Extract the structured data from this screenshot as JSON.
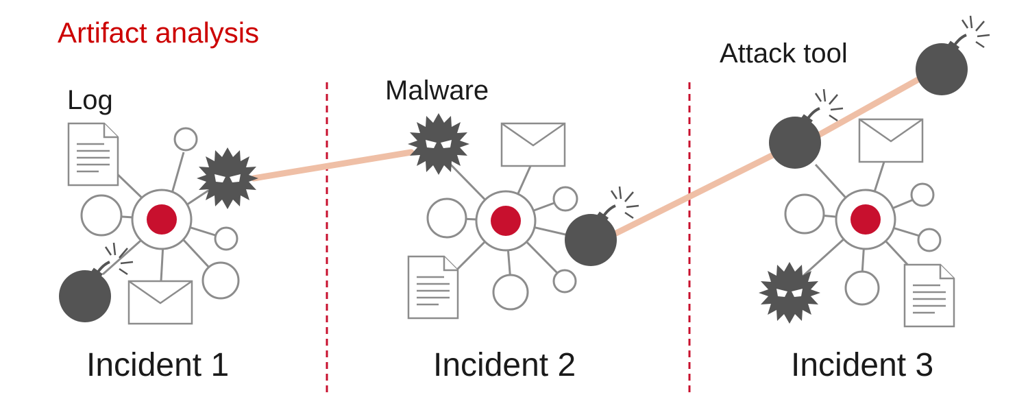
{
  "title": "Artifact analysis",
  "labels": {
    "log": "Log",
    "malware": "Malware",
    "attack_tool": "Attack tool"
  },
  "incidents": [
    "Incident 1",
    "Incident 2",
    "Incident 3"
  ],
  "colors": {
    "accent": "#c8102e",
    "title": "#cc0000",
    "connector": "#efbfa6",
    "icon_dark": "#545454",
    "outline": "#8c8c8c"
  },
  "icons": [
    "document-icon",
    "envelope-icon",
    "malware-icon",
    "bomb-icon"
  ]
}
